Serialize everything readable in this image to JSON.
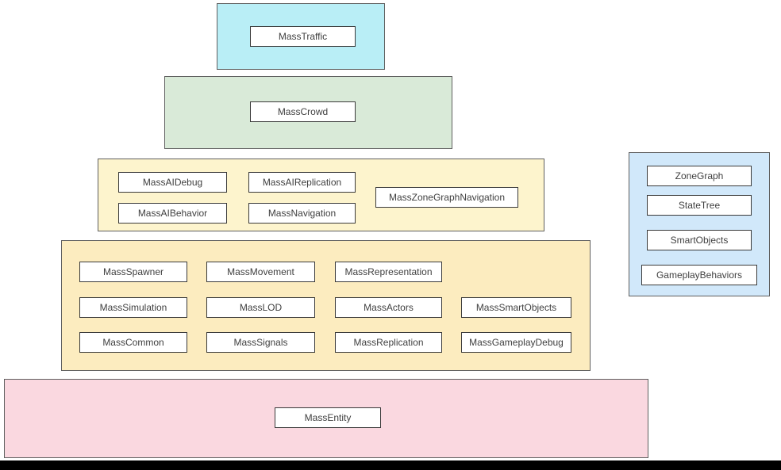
{
  "diagram": {
    "layers": {
      "traffic": {
        "module": "MassTraffic",
        "color": "#b9eef6"
      },
      "crowd": {
        "module": "MassCrowd",
        "color": "#d9ead8"
      },
      "ai": {
        "color": "#fdf4cd",
        "modules": [
          "MassAIDebug",
          "MassAIReplication",
          "MassZoneGraphNavigation",
          "MassAIBehavior",
          "MassNavigation"
        ]
      },
      "runtime": {
        "color": "#fcecbf",
        "rows": [
          [
            "MassSpawner",
            "MassMovement",
            "MassRepresentation"
          ],
          [
            "MassSimulation",
            "MassLOD",
            "MassActors",
            "MassSmartObjects"
          ],
          [
            "MassCommon",
            "MassSignals",
            "MassReplication",
            "MassGameplayDebug"
          ]
        ]
      },
      "entity": {
        "module": "MassEntity",
        "color": "#fad8e0"
      }
    },
    "side_panel": {
      "color": "#d1e8fa",
      "modules": [
        "ZoneGraph",
        "StateTree",
        "SmartObjects",
        "GameplayBehaviors"
      ]
    }
  }
}
